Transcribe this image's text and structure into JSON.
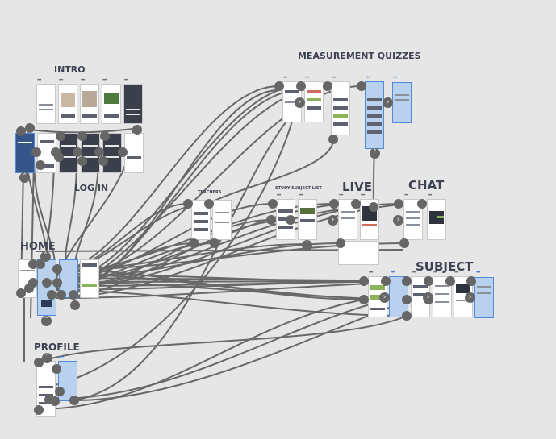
{
  "sections": {
    "intro": "INTRO",
    "measurement_quizzes": "MEASUREMENT QUIZZES",
    "log_in": "LOG IN",
    "teachers": "TEACHERS",
    "study_subject_list": "STUDY SUBJECT LIST",
    "live": "LIVE",
    "chat": "CHAT",
    "home": "HOME",
    "subject": "SUBJECT",
    "profile": "PROFILE"
  },
  "screen_menu_glyph": "•••",
  "colors": {
    "background": "#e6e6e6",
    "connector": "#666666",
    "selected_frame": "#4f8bd8",
    "label": "#3d4250"
  },
  "icons": {
    "connector_node": "circle-node-icon",
    "flow_arrow": "chevron-right-icon",
    "flow_arrow_up": "chevron-up-icon"
  }
}
